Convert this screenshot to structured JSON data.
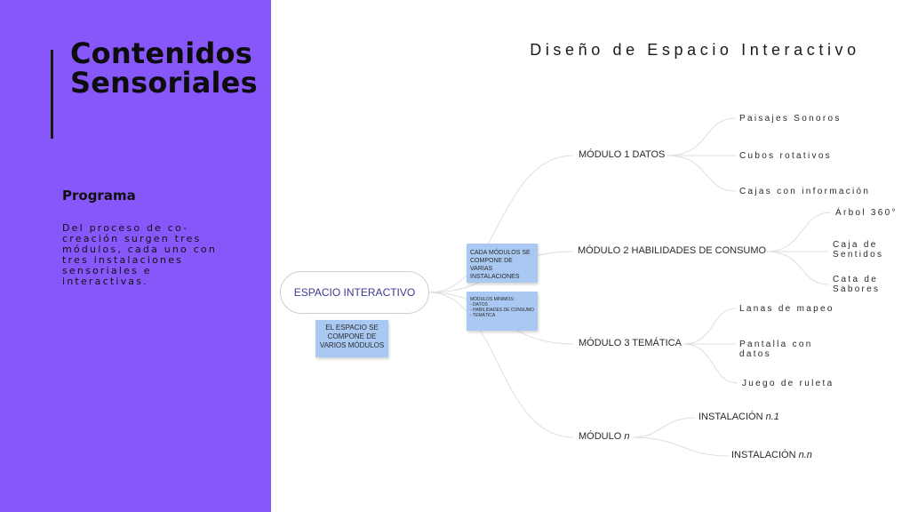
{
  "left_panel": {
    "title_line1": "Contenidos",
    "title_line2": "Sensoriales",
    "section_label": "Programa",
    "section_text": "Del proceso de co-creación surgen tres módulos, cada uno con tres instalaciones sensoriales e interactivas."
  },
  "diagram": {
    "title": "Diseño de Espacio Interactivo",
    "root": "ESPACIO INTERACTIVO",
    "root_note": "EL ESPACIO SE COMPONE DE VARIOS MÓDULOS",
    "note_a": "CADA MÓDULOS SE COMPONE DE VARIAS INSTALACIONES",
    "note_b": {
      "heading": "MÓDULOS MÍNIMOS:",
      "items": [
        "- DATOS",
        "- HABILIDADES DE CONSUMO",
        "- TEMÁTICA"
      ]
    },
    "modules": [
      {
        "label": "MÓDULO 1 DATOS",
        "children": [
          "Paisajes  Sonoros",
          "Cubos rotativos",
          "Cajas  con información"
        ]
      },
      {
        "label": "MÓDULO 2 HABILIDADES DE CONSUMO",
        "children": [
          "Árbol 360°",
          "Caja de Sentidos",
          "Cata de Sabores"
        ]
      },
      {
        "label": "MÓDULO 3 TEMÁTICA",
        "children": [
          "Lanas de mapeo",
          "Pantalla con datos",
          "Juego de ruleta"
        ]
      },
      {
        "label_prefix": "MÓDULO ",
        "label_italic": "n",
        "children": [
          {
            "prefix": "INSTALACIÓN ",
            "italic": "n.1"
          },
          {
            "prefix": "INSTALACIÓN ",
            "italic": "n.n"
          }
        ]
      }
    ]
  },
  "colors": {
    "panel": "#8757fa",
    "note": "#a9c9f2",
    "root_text": "#3c3b8e",
    "connector": "#dedede"
  }
}
